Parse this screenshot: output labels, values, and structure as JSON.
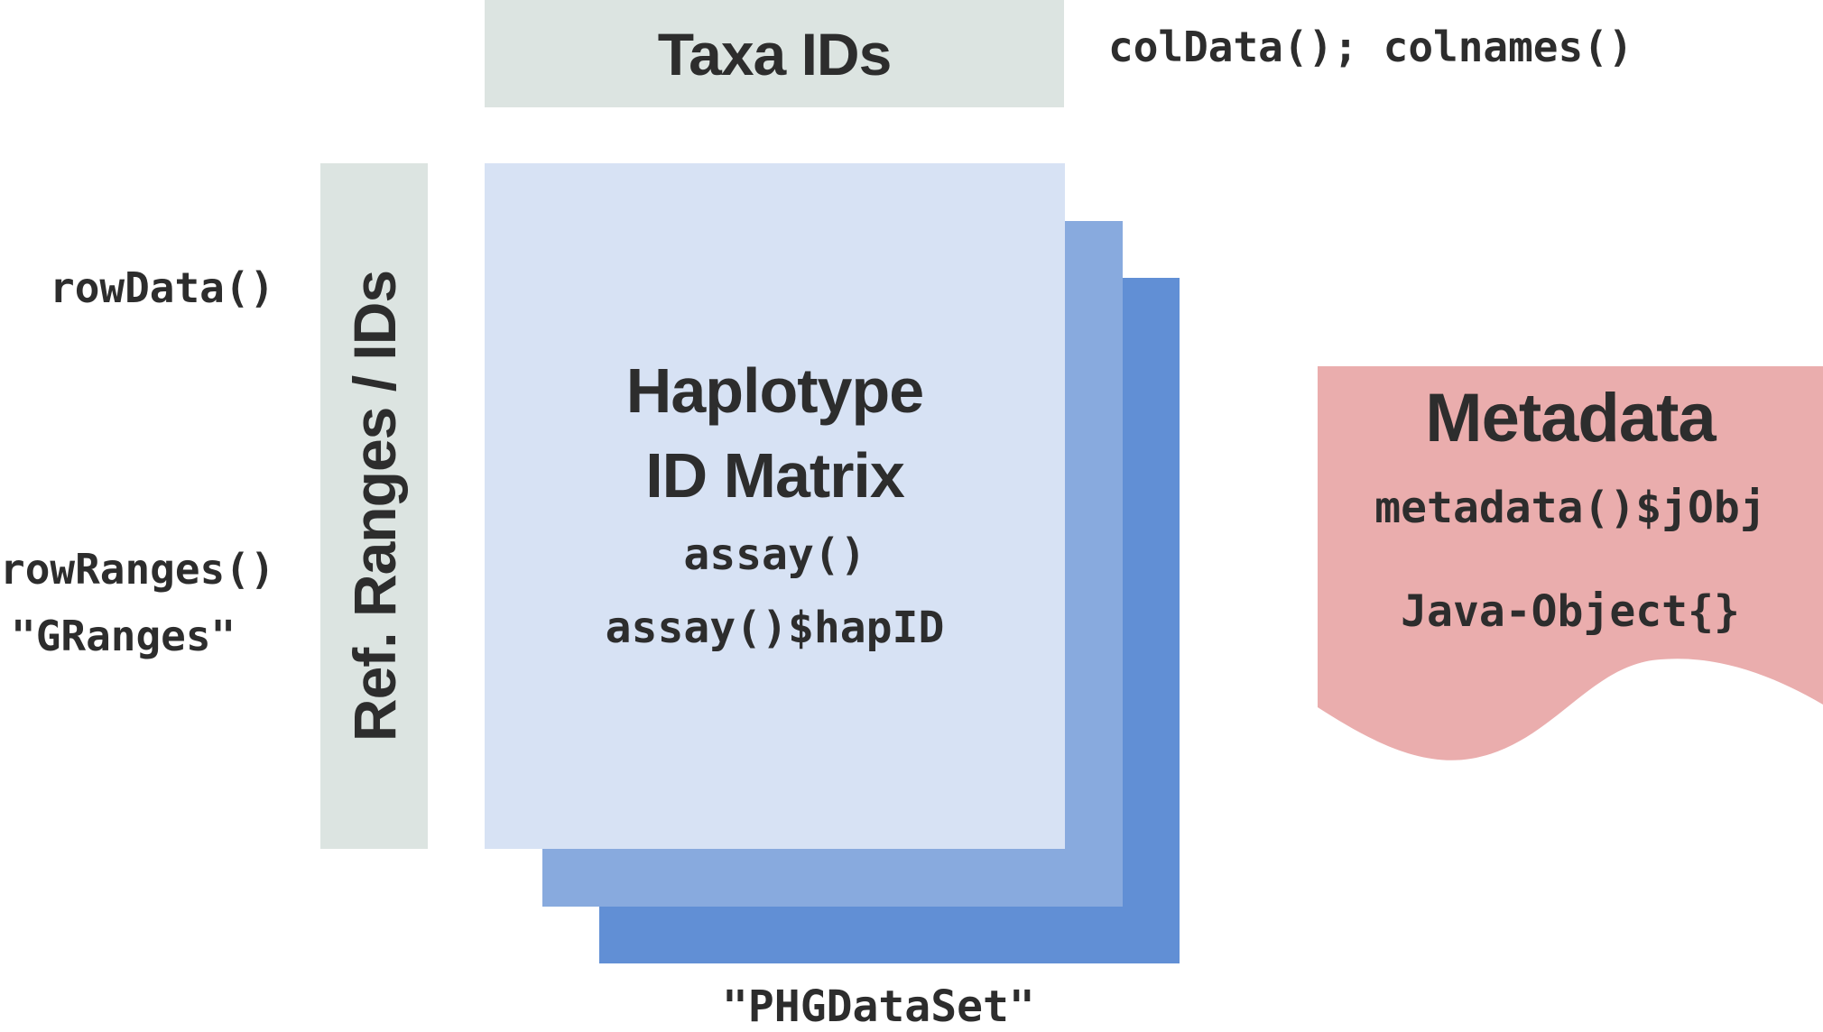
{
  "taxa": {
    "title": "Taxa IDs",
    "accessor": "colData(); colnames()"
  },
  "ref_ranges": {
    "title": "Ref. Ranges / IDs",
    "row_data_accessor": "rowData()",
    "row_ranges_accessor": "rowRanges()",
    "row_ranges_class": "\"GRanges\""
  },
  "matrix": {
    "title": "Haplotype ID Matrix",
    "accessor_1": "assay()",
    "accessor_2": "assay()$hapID"
  },
  "dataset_class": "\"PHGDataSet\"",
  "metadata": {
    "title": "Metadata",
    "accessor": "metadata()$jObj",
    "object": "Java-Object{}"
  },
  "colors": {
    "id_box": "#dce4e1",
    "matrix_front": "#d7e2f4",
    "matrix_mid": "#88aade",
    "matrix_back": "#618fd5",
    "metadata": "#eaadad",
    "text": "#2d2d2d"
  }
}
